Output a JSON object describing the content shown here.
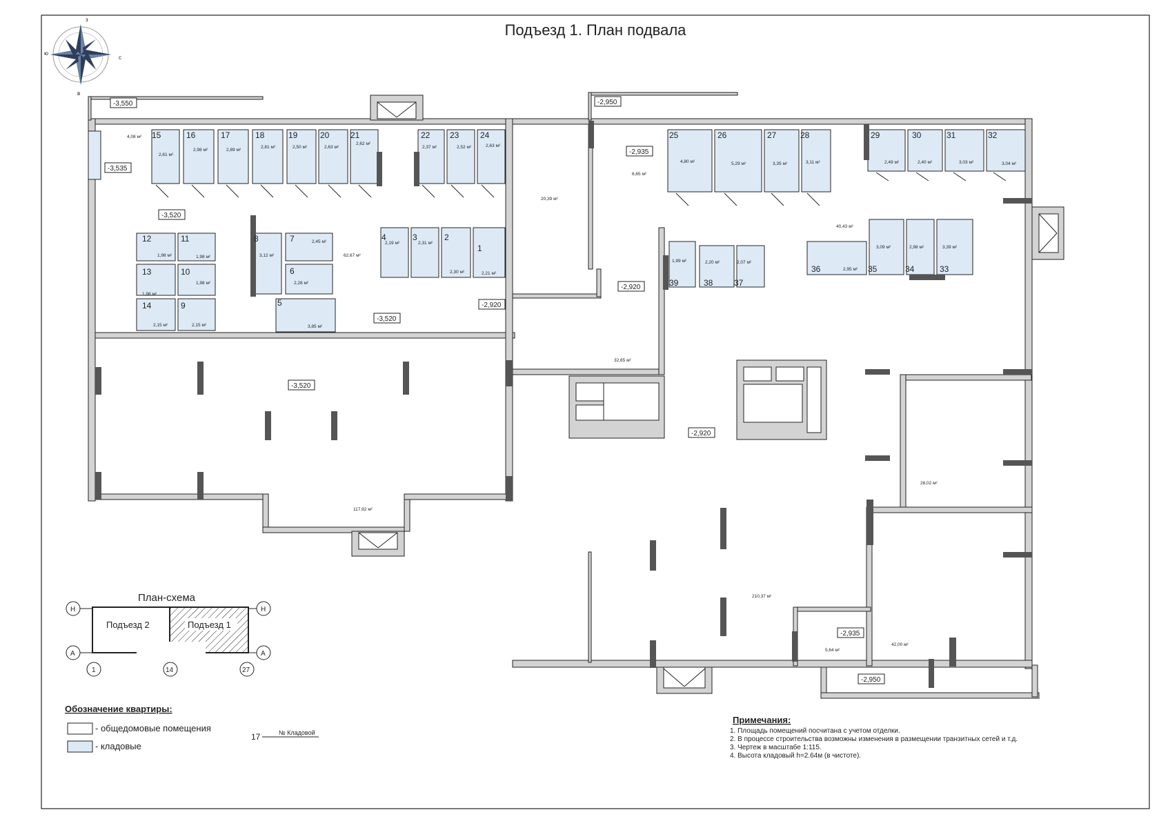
{
  "title": "Подъезд 1. План подвала",
  "compass": {
    "n": "з",
    "e": "с",
    "s": "в",
    "w": "ю"
  },
  "storerooms": [
    {
      "num": "1",
      "area": "2,21 м²"
    },
    {
      "num": "2",
      "area": "2,30 м²"
    },
    {
      "num": "3",
      "area": "2,31 м²"
    },
    {
      "num": "4",
      "area": "2,19 м²"
    },
    {
      "num": "5",
      "area": "3,85 м²"
    },
    {
      "num": "6",
      "area": "2,28 м²"
    },
    {
      "num": "7",
      "area": "2,45 м²"
    },
    {
      "num": "8",
      "area": "3,12 м²"
    },
    {
      "num": "9",
      "area": "2,15 м²"
    },
    {
      "num": "10",
      "area": "1,98 м²"
    },
    {
      "num": "11",
      "area": "1,98 м²"
    },
    {
      "num": "12",
      "area": "1,98 м²"
    },
    {
      "num": "13",
      "area": "1,98 м²"
    },
    {
      "num": "14",
      "area": "2,15 м²"
    },
    {
      "num": "15",
      "area": "2,61 м²"
    },
    {
      "num": "16",
      "area": "2,98 м²"
    },
    {
      "num": "17",
      "area": "2,89 м²"
    },
    {
      "num": "18",
      "area": "2,81 м²"
    },
    {
      "num": "19",
      "area": "2,50 м²"
    },
    {
      "num": "20",
      "area": "2,63 м²"
    },
    {
      "num": "21",
      "area": "2,62 м²"
    },
    {
      "num": "22",
      "area": "2,37 м²"
    },
    {
      "num": "23",
      "area": "2,52 м²"
    },
    {
      "num": "24",
      "area": "2,63 м²"
    },
    {
      "num": "25",
      "area": "4,80 м²"
    },
    {
      "num": "26",
      "area": "5,29 м²"
    },
    {
      "num": "27",
      "area": "3,35 м²"
    },
    {
      "num": "28",
      "area": "3,11 м²"
    },
    {
      "num": "29",
      "area": "2,49 м²"
    },
    {
      "num": "30",
      "area": "2,40 м²"
    },
    {
      "num": "31",
      "area": "3,03 м²"
    },
    {
      "num": "32",
      "area": "3,04 м²"
    },
    {
      "num": "33",
      "area": "3,39 м²"
    },
    {
      "num": "34",
      "area": "2,98 м²"
    },
    {
      "num": "35",
      "area": "3,09 м²"
    },
    {
      "num": "36",
      "area": "2,95 м²"
    },
    {
      "num": "37",
      "area": "2,07 м²"
    },
    {
      "num": "38",
      "area": "2,20 м²"
    },
    {
      "num": "39",
      "area": "1,99 м²"
    }
  ],
  "common_areas": [
    "4,08 м²",
    "62,67 м²",
    "117,92 м²",
    "20,39 м²",
    "6,65 м²",
    "32,65 м²",
    "40,43 м²",
    "28,02 м²",
    "210,37 м²",
    "5,64 м²",
    "42,00 м²"
  ],
  "levels": [
    "-3,550",
    "-3,535",
    "-3,520",
    "-3,520",
    "-3,520",
    "-2,920",
    "-2,950",
    "-2,935",
    "-2,920",
    "-2,920",
    "-2,935",
    "-2,950"
  ],
  "scheme": {
    "title": "План-схема",
    "left_label": "Подъезд 2",
    "right_label": "Подъезд 1",
    "axis_top_left": "Н",
    "axis_top_right": "Н",
    "axis_bottom_left": "А",
    "axis_bottom_right": "А",
    "axis_nums": [
      "1",
      "14",
      "27"
    ]
  },
  "legend": {
    "heading": "Обозначение квартиры:",
    "common": "- общедомовые помещения",
    "storage": "- кладовые",
    "sample_num": "17",
    "sample_label": "№ Кладовой"
  },
  "notes": {
    "heading": "Примечания:",
    "items": [
      "1. Площадь помещений посчитана с учетом отделки.",
      "2. В процессе строительства возможны изменения в размещении транзитных сетей и т.д.",
      "3. Чертеж в масштабе 1:115.",
      "4. Высота кладовый h=2.64м (в чистоте)."
    ]
  },
  "colors": {
    "storage": "#ddeaf6",
    "wall": "#d3d3d3",
    "line": "#222222",
    "column": "#555555"
  }
}
